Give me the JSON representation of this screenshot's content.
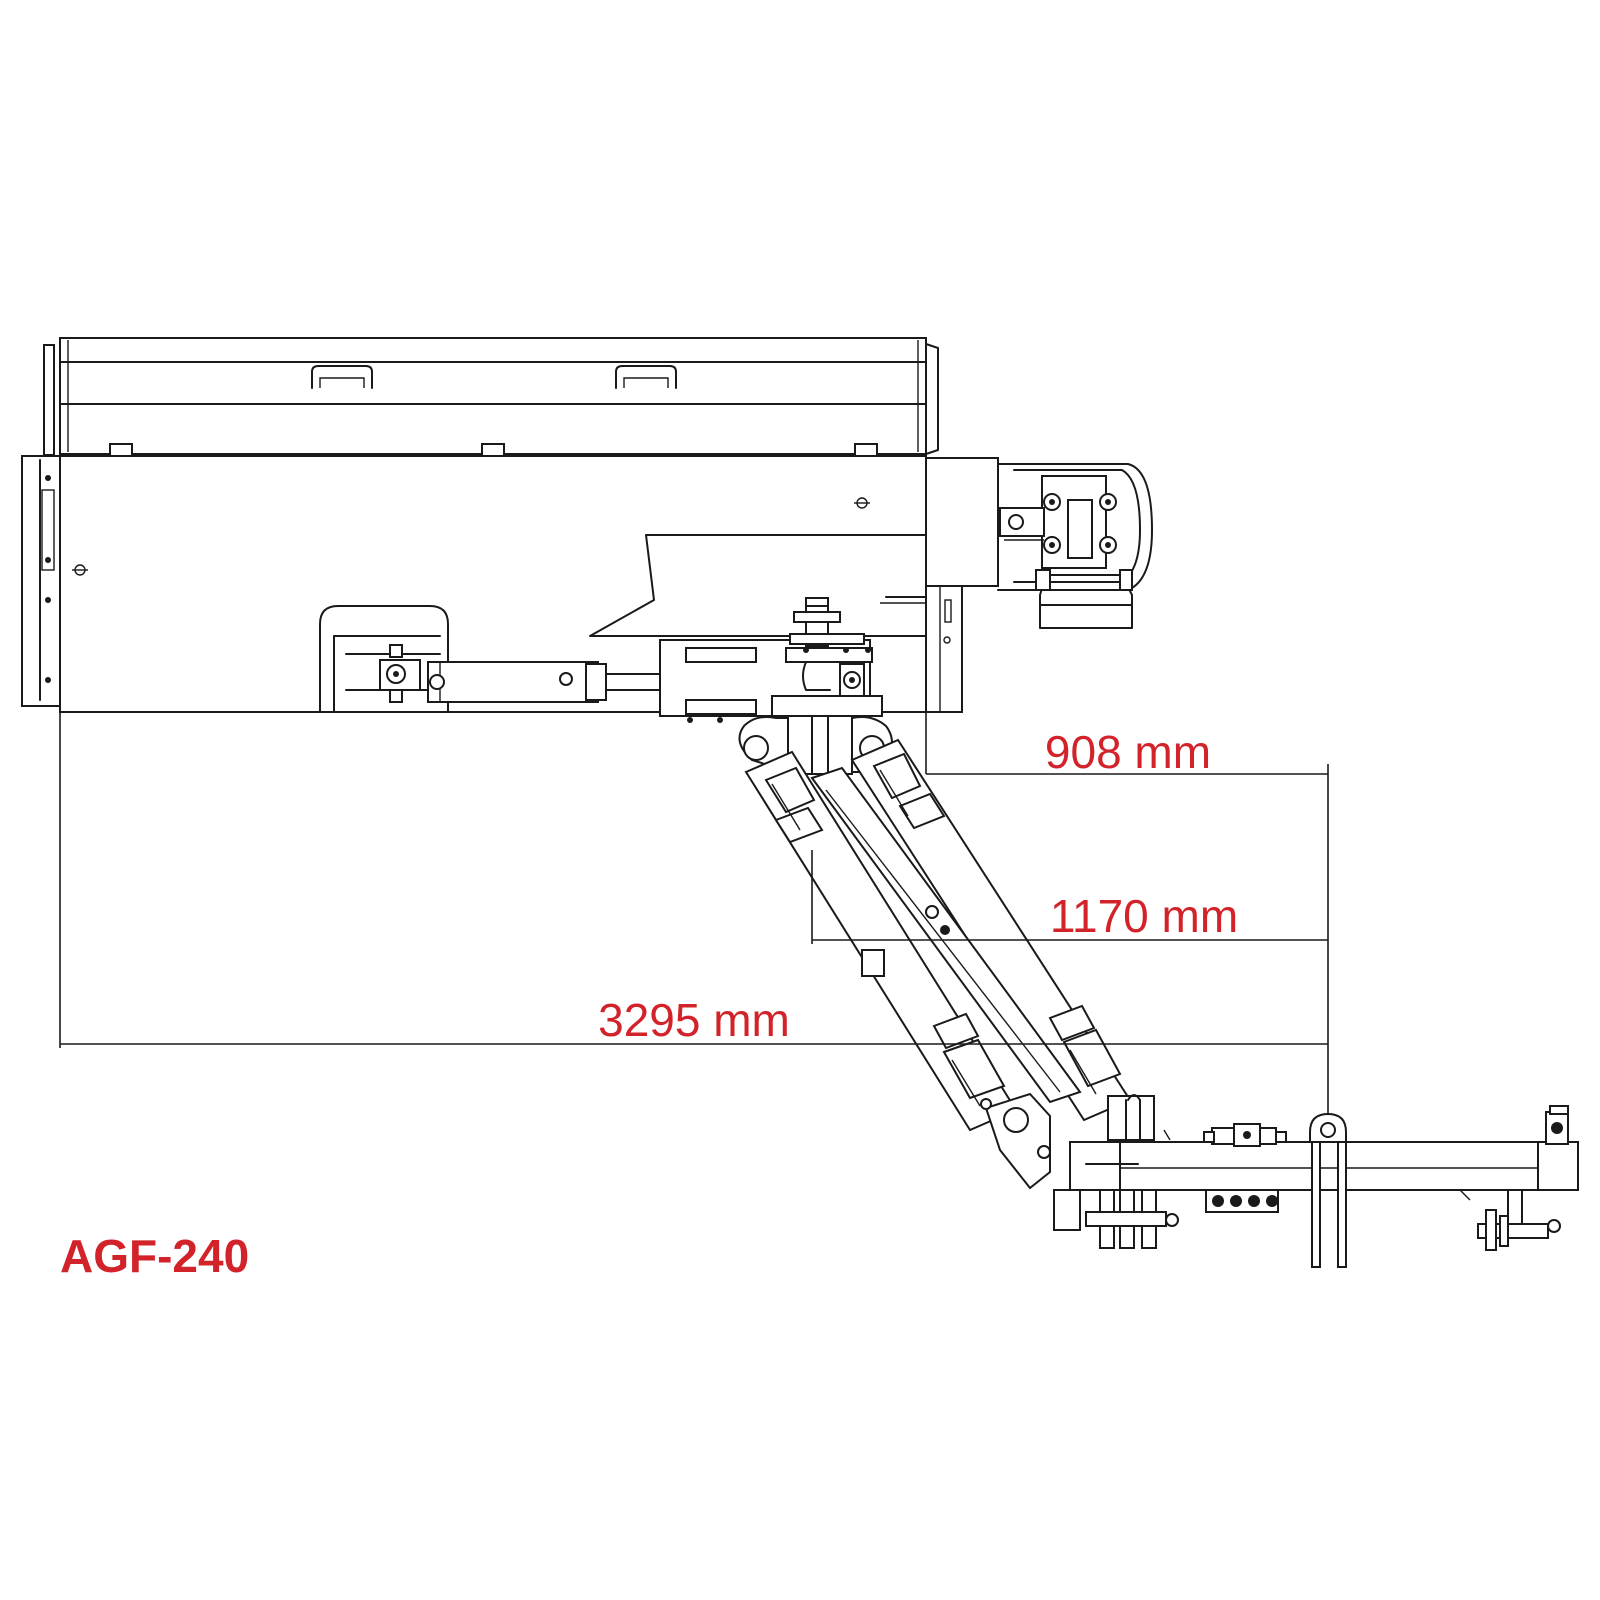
{
  "colors": {
    "accent": "#d2232a",
    "line": "#1a1a1a",
    "background": "#ffffff"
  },
  "model_label": "AGF-240",
  "dimensions": {
    "d908": "908 mm",
    "d1170": "1170 mm",
    "d3295": "3295 mm"
  }
}
